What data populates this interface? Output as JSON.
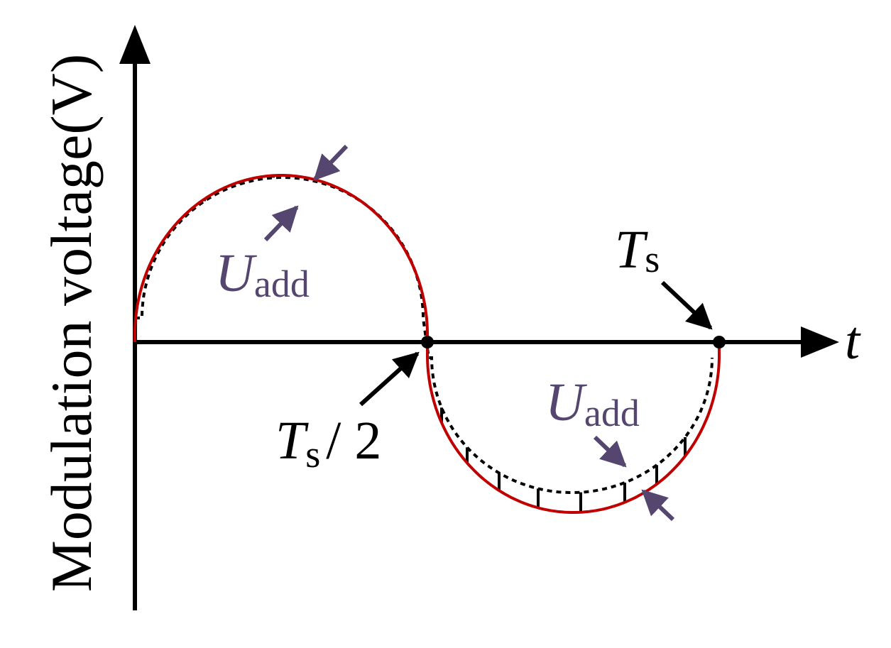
{
  "axes": {
    "y_label": "Modulation voltage(V)",
    "x_label": "t"
  },
  "labels": {
    "ts_main": "T",
    "ts_sub": "s",
    "half_main": "T",
    "half_sub": "s",
    "half_suffix": "/ 2",
    "uadd_top_main": "U",
    "uadd_top_sub": "add",
    "uadd_bottom_main": "U",
    "uadd_bottom_sub": "add"
  },
  "colors": {
    "axis": "#000000",
    "outer_curve": "#c00000",
    "inner_curve": "#000000",
    "annotation": "#554670",
    "text": "#000000"
  }
}
